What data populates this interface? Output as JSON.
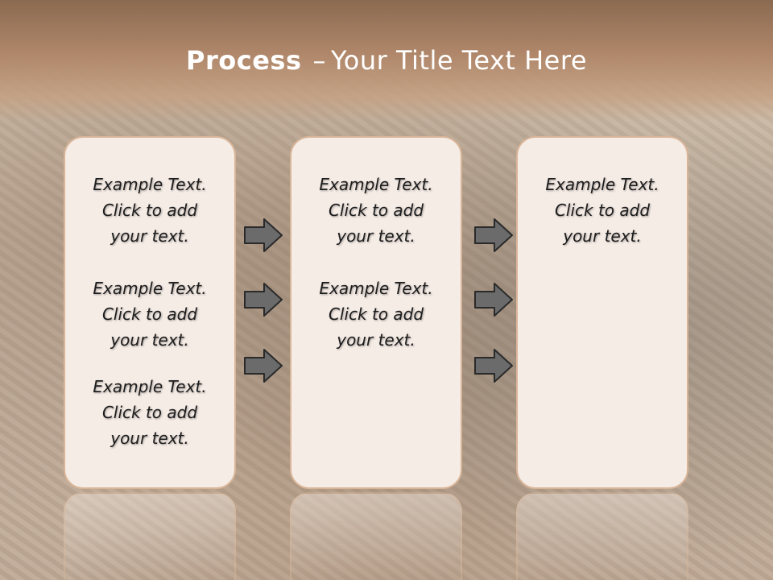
{
  "slide": {
    "title_bold": "Process",
    "title_sep": "–",
    "title_rest": "Your Title Text Here"
  },
  "columns": [
    {
      "items": [
        {
          "line1": "Example Text.",
          "line2": "Click  to add",
          "line3": "your text."
        },
        {
          "line1": "Example Text.",
          "line2": "Click  to add",
          "line3": "your text."
        },
        {
          "line1": "Example Text.",
          "line2": "Click  to add",
          "line3": "your text."
        }
      ]
    },
    {
      "items": [
        {
          "line1": "Example Text.",
          "line2": "Click  to add",
          "line3": "your text."
        },
        {
          "line1": "Example Text.",
          "line2": "Click  to add",
          "line3": "your text."
        }
      ]
    },
    {
      "items": [
        {
          "line1": "Example Text.",
          "line2": "Click  to add",
          "line3": "your text."
        }
      ]
    }
  ],
  "colors": {
    "header": "#a37a5c",
    "box_fill": "#f6ece6",
    "box_border": "#d9b598",
    "arrow_fill": "#6b6b6b"
  },
  "icons": [
    "arrow-right-icon"
  ]
}
